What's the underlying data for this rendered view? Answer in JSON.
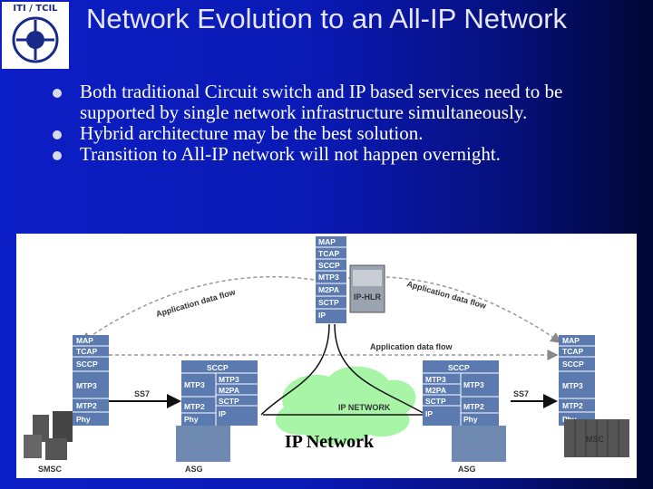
{
  "slide": {
    "logo_text": "ITI / TCIL",
    "title": "Network Evolution to an All-IP Network",
    "bullets": [
      "Both traditional Circuit switch and IP based services need to be supported by single network infrastructure simultaneously.",
      "Hybrid architecture may be the best solution.",
      "Transition to All-IP network will not happen overnight."
    ]
  },
  "diagram": {
    "ip_network_label": "IP Network",
    "cloud_label": "IP NETWORK",
    "flow_label": "Application data flow",
    "ss7_label": "SS7",
    "smsc_label": "SMSC",
    "asg_label": "ASG",
    "msc_label": "MSC",
    "iphlr_label": "IP-HLR",
    "top_stack": [
      "MAP",
      "TCAP",
      "SCCP",
      "MTP3",
      "M2PA",
      "SCTP",
      "IP"
    ],
    "left_stack": [
      "MAP",
      "TCAP",
      "SCCP",
      "MTP3",
      "MTP2",
      "Phy"
    ],
    "right_stack": [
      "MAP",
      "TCAP",
      "SCCP",
      "MTP3",
      "MTP2",
      "Phy"
    ],
    "asg_left": {
      "top": "SCCP",
      "left": [
        "MTP3",
        "MTP2",
        "Phy"
      ],
      "right": [
        "MTP3",
        "M2PA",
        "SCTP",
        "IP"
      ]
    },
    "asg_right": {
      "top": "SCCP",
      "left": [
        "MTP3",
        "M2PA",
        "SCTP",
        "IP"
      ],
      "right": [
        "MTP3",
        "MTP2",
        "Phy"
      ]
    }
  }
}
